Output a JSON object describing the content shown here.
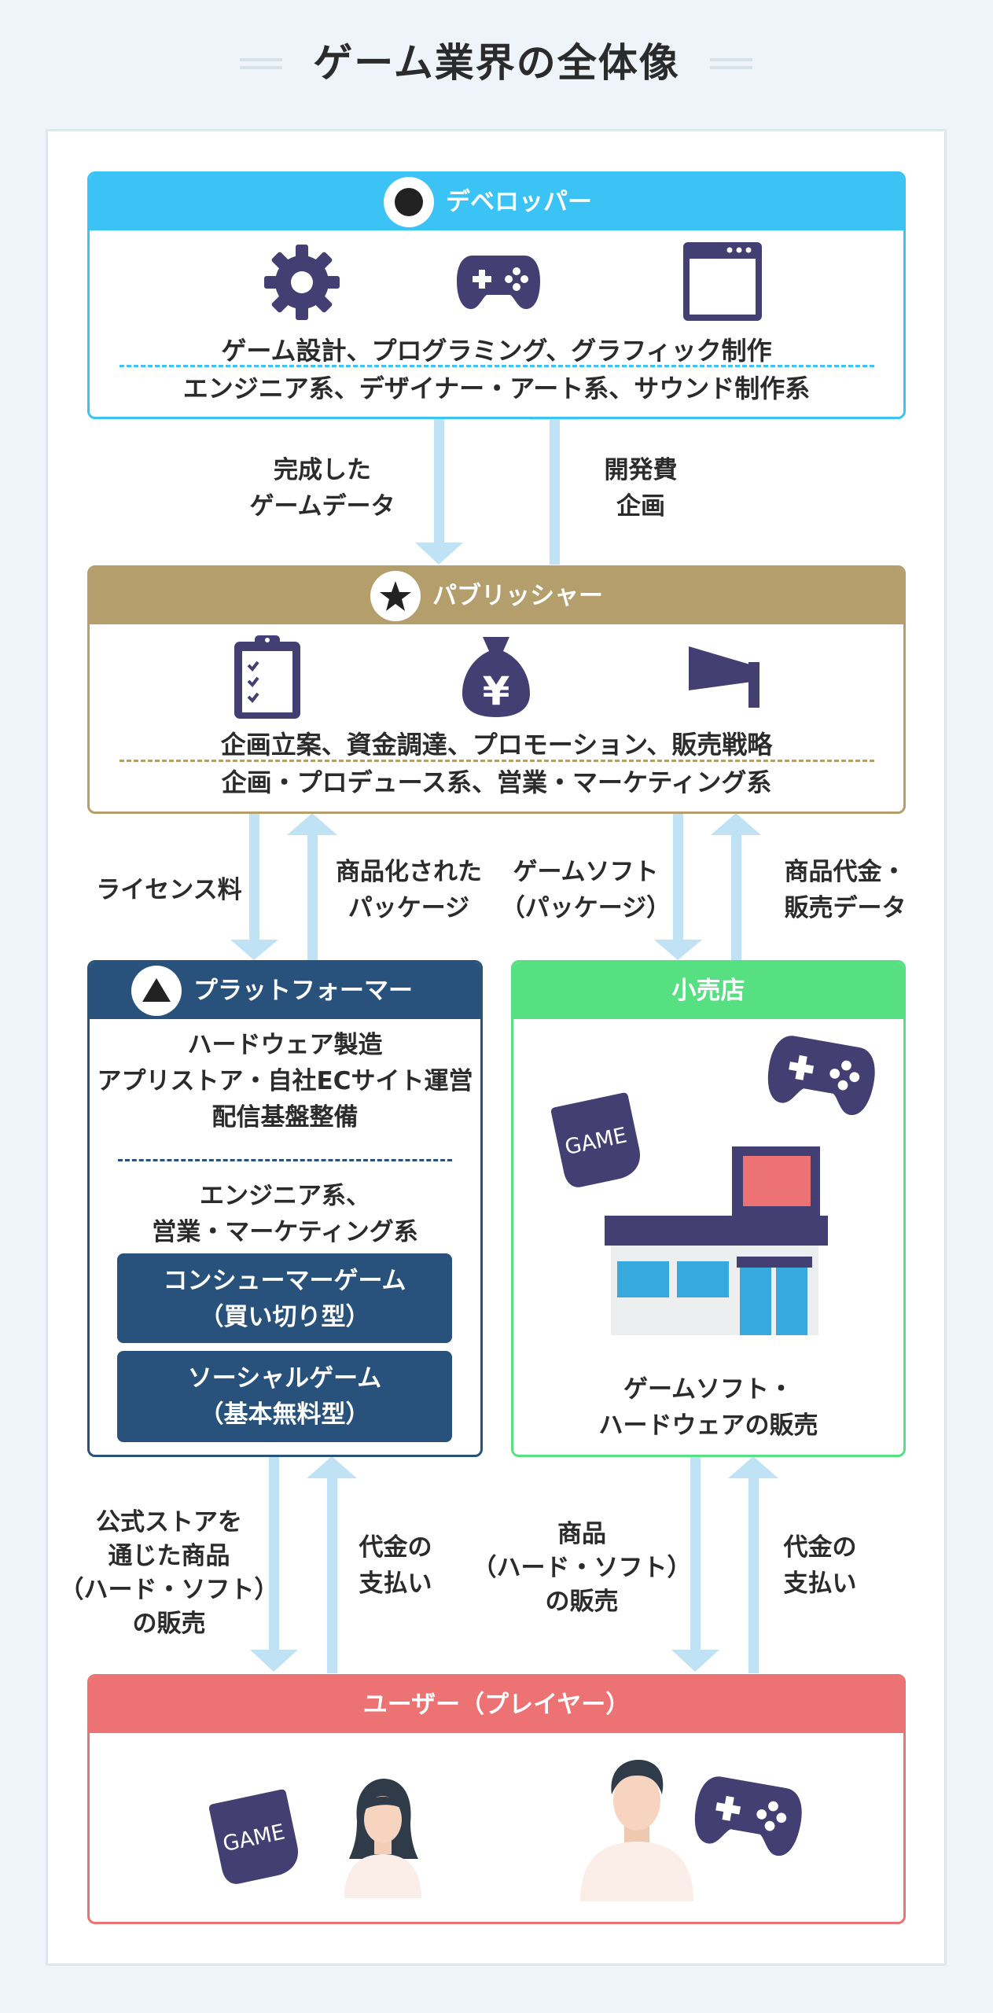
{
  "title": "ゲーム業界の全体像",
  "colors": {
    "developer": "#3cc3f5",
    "publisher": "#b39e6c",
    "platformer": "#28527c",
    "retailer": "#56e082",
    "user": "#ec7274",
    "icon": "#433f72",
    "arrow": "#bfe3f5"
  },
  "developer": {
    "header": "デベロッパー",
    "badge_icon": "circle-icon",
    "icons": [
      "gear-icon",
      "gamepad-icon",
      "browser-window-icon"
    ],
    "line1": "ゲーム設計、プログラミング、グラフィック制作",
    "line2": "エンジニア系、デザイナー・アート系、サウンド制作系"
  },
  "dev_pub_arrows": {
    "down_label": [
      "完成した",
      "ゲームデータ"
    ],
    "up_label": [
      "開発費",
      "企画"
    ]
  },
  "publisher": {
    "header": "パブリッシャー",
    "badge_icon": "star-icon",
    "icons": [
      "clipboard-icon",
      "money-bag-yen-icon",
      "megaphone-icon"
    ],
    "money_symbol": "¥",
    "line1": "企画立案、資金調達、プロモーション、販売戦略",
    "line2": "企画・プロデュース系、営業・マーケティング系"
  },
  "pub_lower_arrows": {
    "license": "ライセンス料",
    "packaged": [
      "商品化された",
      "パッケージ"
    ],
    "soft": [
      "ゲームソフト",
      "（パッケージ）"
    ],
    "payment_data": [
      "商品代金・",
      "販売データ"
    ]
  },
  "platformer": {
    "header": "プラットフォーマー",
    "badge_icon": "triangle-icon",
    "lines": [
      "ハードウェア製造",
      "アプリストア・自社ECサイト運営",
      "配信基盤整備"
    ],
    "jobs": [
      "エンジニア系、",
      "営業・マーケティング系"
    ],
    "consumer": [
      "コンシューマーゲーム",
      "（買い切り型）"
    ],
    "social": [
      "ソーシャルゲーム",
      "（基本無料型）"
    ]
  },
  "retailer": {
    "header": "小売店",
    "game_tag": "GAME",
    "icons": [
      "game-package-icon",
      "gamepad-icon",
      "store-icon"
    ],
    "caption": [
      "ゲームソフト・",
      "ハードウェアの販売"
    ]
  },
  "lower_arrows": {
    "official_store": [
      "公式ストアを",
      "通じた商品",
      "（ハード・ソフト）",
      "の販売"
    ],
    "payment_left": [
      "代金の",
      "支払い"
    ],
    "products": [
      "商品",
      "（ハード・ソフト）",
      "の販売"
    ],
    "payment_right": [
      "代金の",
      "支払い"
    ]
  },
  "user": {
    "header": "ユーザー（プレイヤー）",
    "game_tag": "GAME",
    "icons": [
      "game-package-icon",
      "woman-avatar-icon",
      "man-avatar-icon",
      "gamepad-icon"
    ]
  }
}
